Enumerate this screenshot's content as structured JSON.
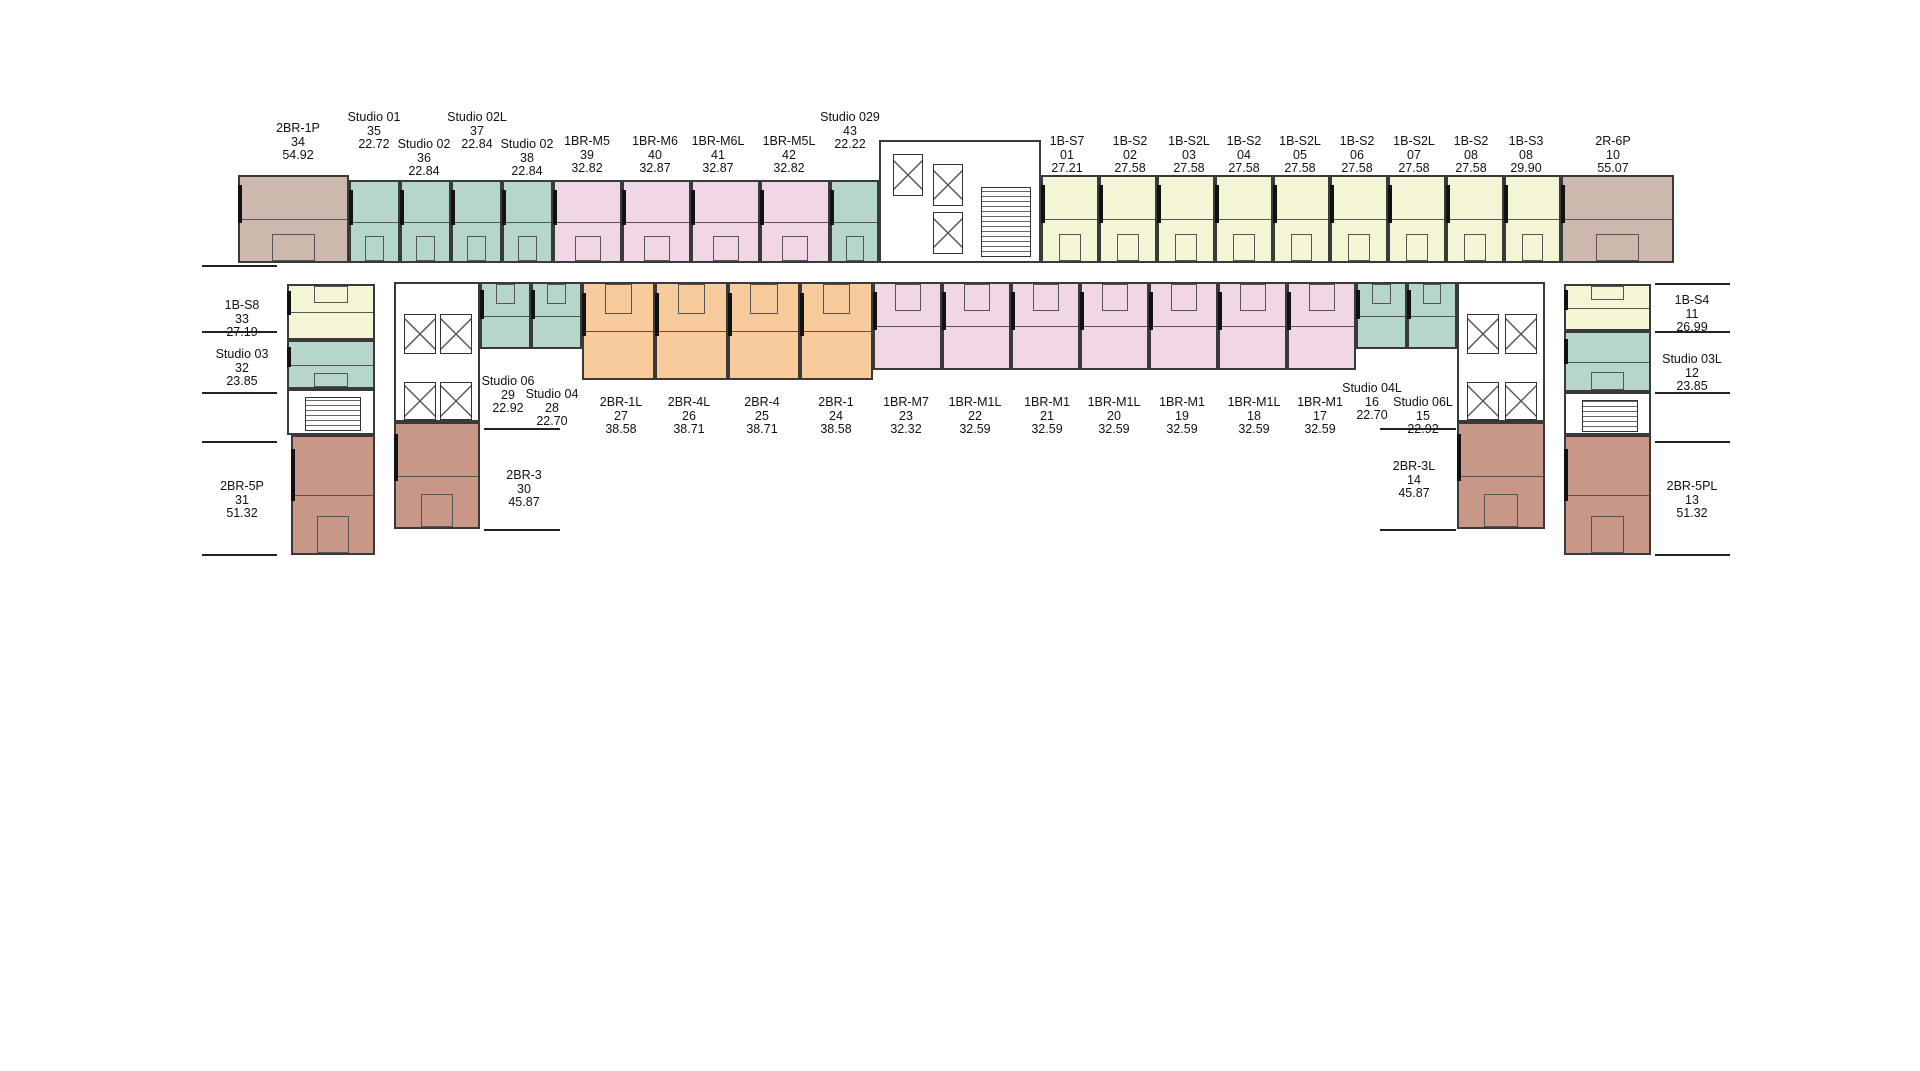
{
  "colors": {
    "two_bed_premium": "#cdb8ad",
    "studio": "#b6d6c9",
    "one_bed_m": "#f1d7e5",
    "one_bed_s": "#f3f5d4",
    "two_bed": "#f8cb9c",
    "two_bed_large": "#c99788"
  },
  "units": [
    {
      "type": "2BR-1P",
      "no": "34",
      "area": "54.92",
      "cat": "two_bed_premium"
    },
    {
      "type": "Studio 01",
      "no": "35",
      "area": "22.72",
      "cat": "studio"
    },
    {
      "type": "Studio 02",
      "no": "36",
      "area": "22.84",
      "cat": "studio"
    },
    {
      "type": "Studio 02L",
      "no": "37",
      "area": "22.84",
      "cat": "studio"
    },
    {
      "type": "Studio 02",
      "no": "38",
      "area": "22.84",
      "cat": "studio"
    },
    {
      "type": "1BR-M5",
      "no": "39",
      "area": "32.82",
      "cat": "one_bed_m"
    },
    {
      "type": "1BR-M6",
      "no": "40",
      "area": "32.87",
      "cat": "one_bed_m"
    },
    {
      "type": "1BR-M6L",
      "no": "41",
      "area": "32.87",
      "cat": "one_bed_m"
    },
    {
      "type": "1BR-M5L",
      "no": "42",
      "area": "32.82",
      "cat": "one_bed_m"
    },
    {
      "type": "Studio 029",
      "no": "43",
      "area": "22.22",
      "cat": "studio"
    },
    {
      "type": "1B-S7",
      "no": "01",
      "area": "27.21",
      "cat": "one_bed_s"
    },
    {
      "type": "1B-S2",
      "no": "02",
      "area": "27.58",
      "cat": "one_bed_s"
    },
    {
      "type": "1B-S2L",
      "no": "03",
      "area": "27.58",
      "cat": "one_bed_s"
    },
    {
      "type": "1B-S2",
      "no": "04",
      "area": "27.58",
      "cat": "one_bed_s"
    },
    {
      "type": "1B-S2L",
      "no": "05",
      "area": "27.58",
      "cat": "one_bed_s"
    },
    {
      "type": "1B-S2",
      "no": "06",
      "area": "27.58",
      "cat": "one_bed_s"
    },
    {
      "type": "1B-S2L",
      "no": "07",
      "area": "27.58",
      "cat": "one_bed_s"
    },
    {
      "type": "1B-S2",
      "no": "08",
      "area": "27.58",
      "cat": "one_bed_s"
    },
    {
      "type": "1B-S3",
      "no": "08",
      "area": "29.90",
      "cat": "one_bed_s"
    },
    {
      "type": "2R-6P",
      "no": "10",
      "area": "55.07",
      "cat": "two_bed_premium"
    },
    {
      "type": "Studio 06",
      "no": "29",
      "area": "22.92",
      "cat": "studio"
    },
    {
      "type": "Studio 04",
      "no": "28",
      "area": "22.70",
      "cat": "studio"
    },
    {
      "type": "2BR-1L",
      "no": "27",
      "area": "38.58",
      "cat": "two_bed"
    },
    {
      "type": "2BR-4L",
      "no": "26",
      "area": "38.71",
      "cat": "two_bed"
    },
    {
      "type": "2BR-4",
      "no": "25",
      "area": "38.71",
      "cat": "two_bed"
    },
    {
      "type": "2BR-1",
      "no": "24",
      "area": "38.58",
      "cat": "two_bed"
    },
    {
      "type": "1BR-M7",
      "no": "23",
      "area": "32.32",
      "cat": "one_bed_m"
    },
    {
      "type": "1BR-M1L",
      "no": "22",
      "area": "32.59",
      "cat": "one_bed_m"
    },
    {
      "type": "1BR-M1",
      "no": "21",
      "area": "32.59",
      "cat": "one_bed_m"
    },
    {
      "type": "1BR-M1L",
      "no": "20",
      "area": "32.59",
      "cat": "one_bed_m"
    },
    {
      "type": "1BR-M1",
      "no": "19",
      "area": "32.59",
      "cat": "one_bed_m"
    },
    {
      "type": "1BR-M1L",
      "no": "18",
      "area": "32.59",
      "cat": "one_bed_m"
    },
    {
      "type": "1BR-M1",
      "no": "17",
      "area": "32.59",
      "cat": "one_bed_m"
    },
    {
      "type": "Studio 04L",
      "no": "16",
      "area": "22.70",
      "cat": "studio"
    },
    {
      "type": "Studio 06L",
      "no": "15",
      "area": "22.92",
      "cat": "studio"
    },
    {
      "type": "1B-S8",
      "no": "33",
      "area": "27.19",
      "cat": "one_bed_s"
    },
    {
      "type": "Studio 03",
      "no": "32",
      "area": "23.85",
      "cat": "studio"
    },
    {
      "type": "2BR-5P",
      "no": "31",
      "area": "51.32",
      "cat": "two_bed_large"
    },
    {
      "type": "2BR-3",
      "no": "30",
      "area": "45.87",
      "cat": "two_bed_large"
    },
    {
      "type": "2BR-3L",
      "no": "14",
      "area": "45.87",
      "cat": "two_bed_large"
    },
    {
      "type": "1B-S4",
      "no": "11",
      "area": "26.99",
      "cat": "one_bed_s"
    },
    {
      "type": "Studio 03L",
      "no": "12",
      "area": "23.85",
      "cat": "studio"
    },
    {
      "type": "2BR-5PL",
      "no": "13",
      "area": "51.32",
      "cat": "two_bed_large"
    }
  ]
}
